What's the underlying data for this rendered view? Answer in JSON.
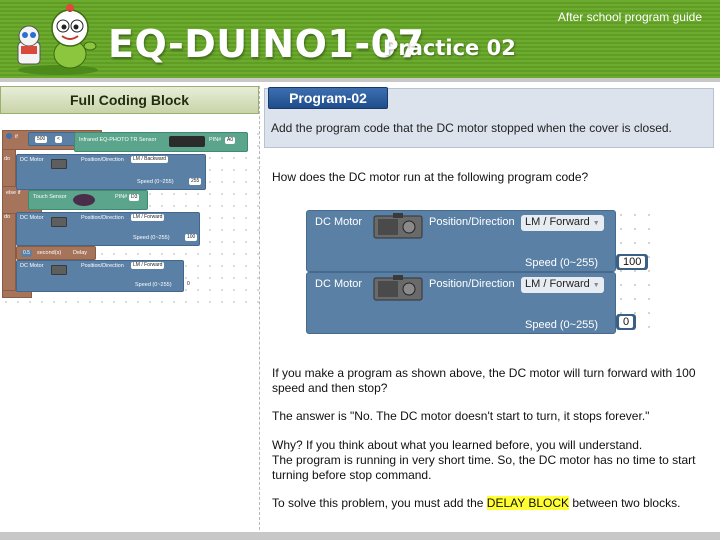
{
  "header": {
    "title": "EQ-DUINO1-07",
    "subtitle": "Practice 02",
    "guide": "After school program guide"
  },
  "left_panel": {
    "title": "Full Coding Block",
    "blocks": {
      "if_kw": "if",
      "if_value": "500",
      "op": "<",
      "sensor_label": "Infrared EQ-PHOTO TR Sensor",
      "pin_label": "PIN#",
      "pin1": "A0",
      "do1": "do",
      "motor1": "DC Motor",
      "pos1": "Position/Direction",
      "dir1": "LM / Backward",
      "speed1_label": "Speed (0~255)",
      "speed1": "255",
      "elseif_kw": "else if",
      "touch_label": "Touch Sensor",
      "pin2_label": "PIN#",
      "pin2": "D3",
      "do2": "do",
      "motor2": "DC Motor",
      "pos2": "Position/Direction",
      "dir2": "LM / Forward",
      "speed2_label": "Speed (0~255)",
      "speed2": "100",
      "delay_val": "0.5",
      "delay_unit": "second(s)",
      "delay_label": "Delay",
      "motor3": "DC Motor",
      "pos3": "Position/Direction",
      "dir3": "LM / Forward",
      "speed3_label": "Speed (0~255)",
      "speed3": "0"
    }
  },
  "program": {
    "tab": "Program-02",
    "description": "Add the program code that the DC motor stopped when the cover is closed."
  },
  "question": "How does the DC motor run at the following program code?",
  "big_blocks": [
    {
      "label": "DC Motor",
      "position_label": "Position/Direction",
      "direction": "LM / Forward",
      "speed_label": "Speed (0~255)",
      "speed": "100"
    },
    {
      "label": "DC Motor",
      "position_label": "Position/Direction",
      "direction": "LM / Forward",
      "speed_label": "Speed (0~255)",
      "speed": "0"
    }
  ],
  "text": {
    "p1_line1": "If you make a program as shown above, the DC motor will turn forward with 100",
    "p1_line2": "speed and then stop?",
    "p2": "The answer is \"No. The DC motor doesn't start to turn, it stops forever.\"",
    "p3_line1": "Why? If you think about what you learned before, you will understand.",
    "p3_line2": "The program is running in very short time. So, the DC motor has no time to start",
    "p3_line3": "turning before stop command.",
    "p4_before": "To solve this problem, you must add the ",
    "p4_highlight": "DELAY BLOCK",
    "p4_after": " between two blocks."
  },
  "colors": {
    "header_green": "#6cab2e",
    "block_blue": "#5b80a5",
    "block_teal": "#5ba58c",
    "block_brown": "#a5745b",
    "tab_blue": "#2d5fa0",
    "highlight": "#ffff33"
  }
}
